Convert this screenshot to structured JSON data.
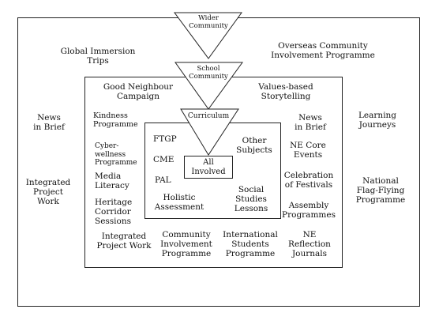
{
  "outer_ring": {
    "funnel_label": "Wider\nCommunity",
    "items": {
      "global_immersion": "Global Immersion\nTrips",
      "overseas_community": "Overseas Community\nInvolvement Programme",
      "news_brief": "News\nin Brief",
      "learning_journeys": "Learning\nJourneys",
      "integrated_project": "Integrated\nProject\nWork",
      "national_flag": "National\nFlag-Flying\nProgramme"
    }
  },
  "school_ring": {
    "funnel_label": "School\nCommunity",
    "items": {
      "good_neighbour": "Good Neighbour\nCampaign",
      "values_storytelling": "Values-based\nStorytelling",
      "kindness": "Kindness\nProgramme",
      "news_brief": "News\nin Brief",
      "cyber_wellness": "Cyber-\nwellness\nProgramme",
      "ne_core": "NE Core\nEvents",
      "media_literacy": "Media\nLiteracy",
      "festivals": "Celebration\nof Festivals",
      "heritage": "Heritage\nCorridor\nSessions",
      "assembly": "Assembly\nProgrammes",
      "integrated_project": "Integrated\nProject Work",
      "community_involvement": "Community\nInvolvement\nProgramme",
      "international_students": "International\nStudents\nProgramme",
      "ne_reflection": "NE\nReflection\nJournals"
    }
  },
  "curriculum_ring": {
    "funnel_label": "Curriculum",
    "items": {
      "ftgp": "FTGP",
      "other_subjects": "Other\nSubjects",
      "cme": "CME",
      "pal": "PAL",
      "holistic": "Holistic\nAssessment",
      "social_studies": "Social\nStudies\nLessons"
    }
  },
  "core": "All\nInvolved"
}
